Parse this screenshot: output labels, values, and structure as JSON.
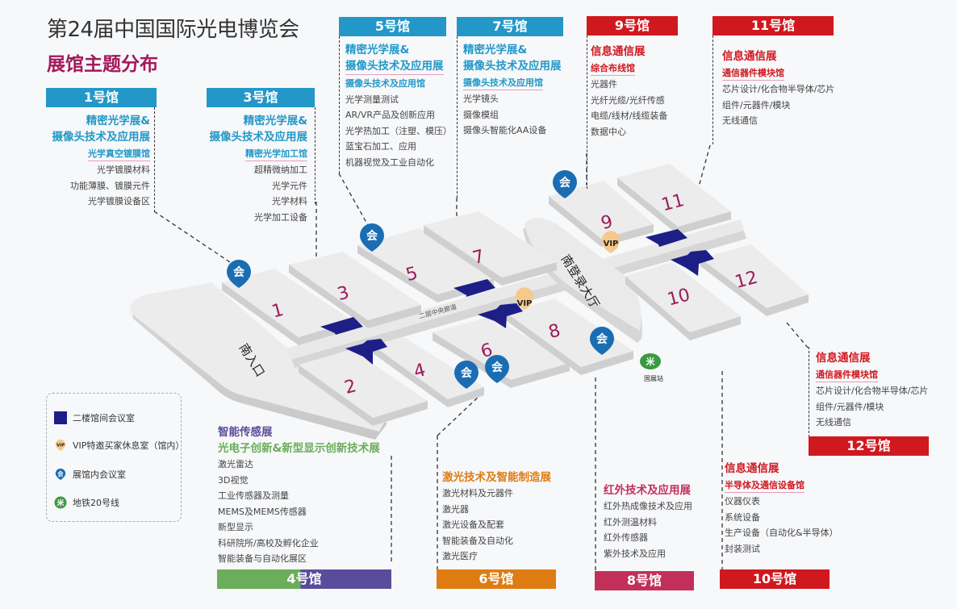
{
  "header": {
    "title": "第24届中国国际光电博览会",
    "subtitle": "展馆主题分布"
  },
  "colors": {
    "optics_blue": "#2398c8",
    "infocom_red": "#d0181f",
    "laser_orange": "#de7c12",
    "infrared_pink": "#c2305a",
    "sensing_purple": "#5a4c9a",
    "display_green": "#6aad5a",
    "title_magenta": "#a3195b",
    "meeting_navy": "#1d1f87",
    "meeting_pin_blue": "#1a6db3",
    "vip_gold": "#f4c98a",
    "metro_green": "#3a9a3e"
  },
  "halls": {
    "h1": {
      "label": "1号馆",
      "expo_line1": "精密光学展&",
      "expo_line2": "摄像头技术及应用展",
      "sub_hall": "光学真空镀膜馆",
      "items": [
        "光学镀膜材料",
        "功能薄膜、镀膜元件",
        "光学镀膜设备区"
      ]
    },
    "h3": {
      "label": "3号馆",
      "expo_line1": "精密光学展&",
      "expo_line2": "摄像头技术及应用展",
      "sub_hall": "精密光学加工馆",
      "items": [
        "超精微纳加工",
        "光学元件",
        "光学材料",
        "光学加工设备"
      ]
    },
    "h5": {
      "label": "5号馆",
      "expo_line1": "精密光学展&",
      "expo_line2": "摄像头技术及应用展",
      "sub_hall": "摄像头技术及应用馆",
      "items": [
        "光学测量测试",
        "AR/VR产品及创新应用",
        "光学热加工（注塑、模压）",
        "蓝宝石加工、应用",
        "机器视觉及工业自动化"
      ]
    },
    "h7": {
      "label": "7号馆",
      "expo_line1": "精密光学展&",
      "expo_line2": "摄像头技术及应用展",
      "sub_hall": "摄像头技术及应用馆",
      "items": [
        "光学镜头",
        "摄像模组",
        "摄像头智能化AA设备"
      ]
    },
    "h9": {
      "label": "9号馆",
      "expo": "信息通信展",
      "sub_hall": "综合布线馆",
      "items": [
        "光器件",
        "光纤光缆/光纤传感",
        "电缆/线材/线缆装备",
        "数据中心"
      ]
    },
    "h11": {
      "label": "11号馆",
      "expo": "信息通信展",
      "sub_hall": "通信器件模块馆",
      "items": [
        "芯片设计/化合物半导体/芯片",
        "组件/元器件/模块",
        "无线通信"
      ]
    },
    "h12": {
      "label": "12号馆",
      "expo": "信息通信展",
      "sub_hall": "通信器件模块馆",
      "items": [
        "芯片设计/化合物半导体/芯片",
        "组件/元器件/模块",
        "无线通信"
      ]
    },
    "h10": {
      "label": "10号馆",
      "expo": "信息通信展",
      "sub_hall": "半导体及通信设备馆",
      "items": [
        "仪器仪表",
        "系统设备",
        "生产设备（自动化&半导体）",
        "封装测试"
      ]
    },
    "h8": {
      "label": "8号馆",
      "expo": "红外技术及应用展",
      "items": [
        "红外热成像技术及应用",
        "红外测温材料",
        "红外传感器",
        "紫外技术及应用"
      ]
    },
    "h6": {
      "label": "6号馆",
      "expo": "激光技术及智能制造展",
      "items": [
        "激光材料及元器件",
        "激光器",
        "激光设备及配套",
        "智能装备及自动化",
        "激光医疗"
      ]
    },
    "h4": {
      "label": "4号馆",
      "expo_line1": "智能传感展",
      "expo_line2": "光电子创新&新型显示创新技术展",
      "items": [
        "激光雷达",
        "3D视觉",
        "工业传感器及测量",
        "MEMS及MEMS传感器",
        "新型显示",
        "科研院所/高校及孵化企业",
        "智能装备与自动化展区"
      ]
    }
  },
  "map": {
    "hall_numbers": [
      "1",
      "2",
      "3",
      "4",
      "5",
      "6",
      "7",
      "8",
      "9",
      "10",
      "11",
      "12"
    ],
    "south_entrance": "南入口",
    "corridor": "二层中央廊道",
    "lobby": "南登录大厅",
    "metro_station": "国展站",
    "vip_badge": "VIP",
    "meeting_badge": "会",
    "metro_badge": "米"
  },
  "legend": {
    "items": [
      {
        "icon": "navy-square-icon",
        "label": "二楼馆间会议室"
      },
      {
        "icon": "vip-pin-icon",
        "label": "VIP特邀买家休息室（馆内）"
      },
      {
        "icon": "meeting-pin-icon",
        "label": "展馆内会议室"
      },
      {
        "icon": "metro-icon",
        "label": "地铁20号线"
      }
    ]
  }
}
